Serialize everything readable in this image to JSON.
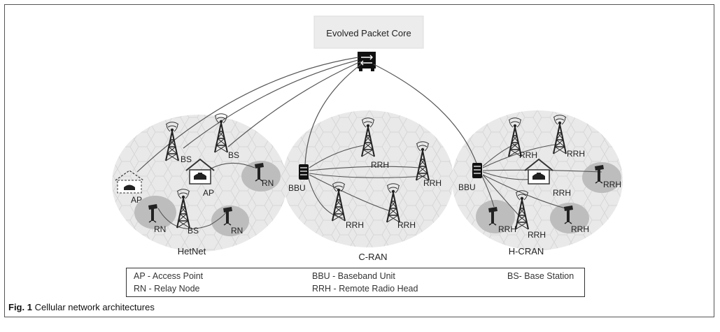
{
  "diagram": {
    "core_label": "Evolved Packet Core",
    "clusters": {
      "hetnet": "HetNet",
      "cran": "C-RAN",
      "hcran": "H-CRAN"
    },
    "node_labels": {
      "bs": "BS",
      "ap": "AP",
      "rn": "RN",
      "bbu": "BBU",
      "rrh": "RRH"
    }
  },
  "legend": {
    "ap": "AP - Access Point",
    "rn": "RN - Relay Node",
    "bbu": "BBU - Baseband Unit",
    "rrh": "RRH - Remote Radio Head",
    "bs": "BS- Base Station"
  },
  "caption": {
    "prefix": "Fig. 1",
    "text": "Cellular network architectures"
  }
}
